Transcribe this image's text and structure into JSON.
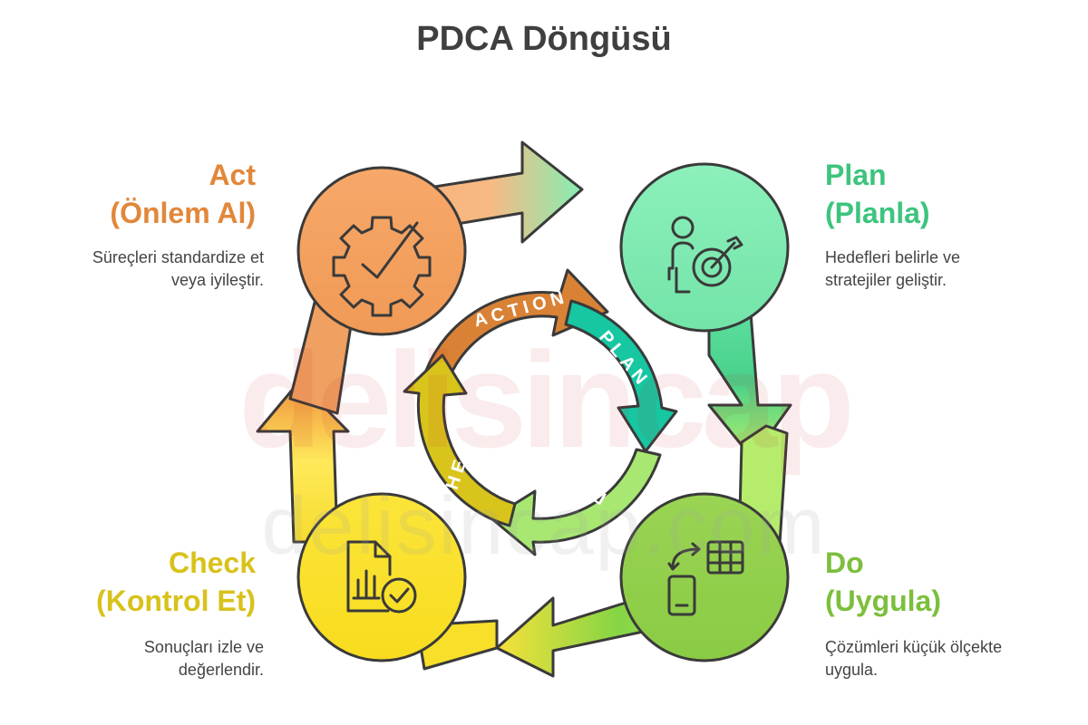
{
  "title": "PDCA Döngüsü",
  "phases": {
    "plan": {
      "title_line1": "Plan",
      "title_line2": "(Planla)",
      "desc_line1": "Hedefleri belirle ve",
      "desc_line2": "stratejiler geliştir.",
      "color": "#3dc47e",
      "inner_label": "PLAN",
      "icon": "person-target-icon"
    },
    "do": {
      "title_line1": "Do",
      "title_line2": "(Uygula)",
      "desc_line1": "Çözümleri küçük ölçekte",
      "desc_line2": "uygula.",
      "color": "#7cbf3c",
      "inner_label": "DO",
      "icon": "mobile-table-icon"
    },
    "check": {
      "title_line1": "Check",
      "title_line2": "(Kontrol Et)",
      "desc_line1": "Sonuçları izle ve",
      "desc_line2": "değerlendir.",
      "color": "#d8c21a",
      "inner_label": "CHECK",
      "icon": "report-check-icon"
    },
    "act": {
      "title_line1": "Act",
      "title_line2": "(Önlem Al)",
      "desc_line1": "Süreçleri standardize et",
      "desc_line2": "veya iyileştir.",
      "color": "#e2873a",
      "inner_label": "ACTION",
      "icon": "gear-check-icon"
    }
  },
  "watermark": {
    "main": "delisincap",
    "sub": "delisincap.com"
  }
}
